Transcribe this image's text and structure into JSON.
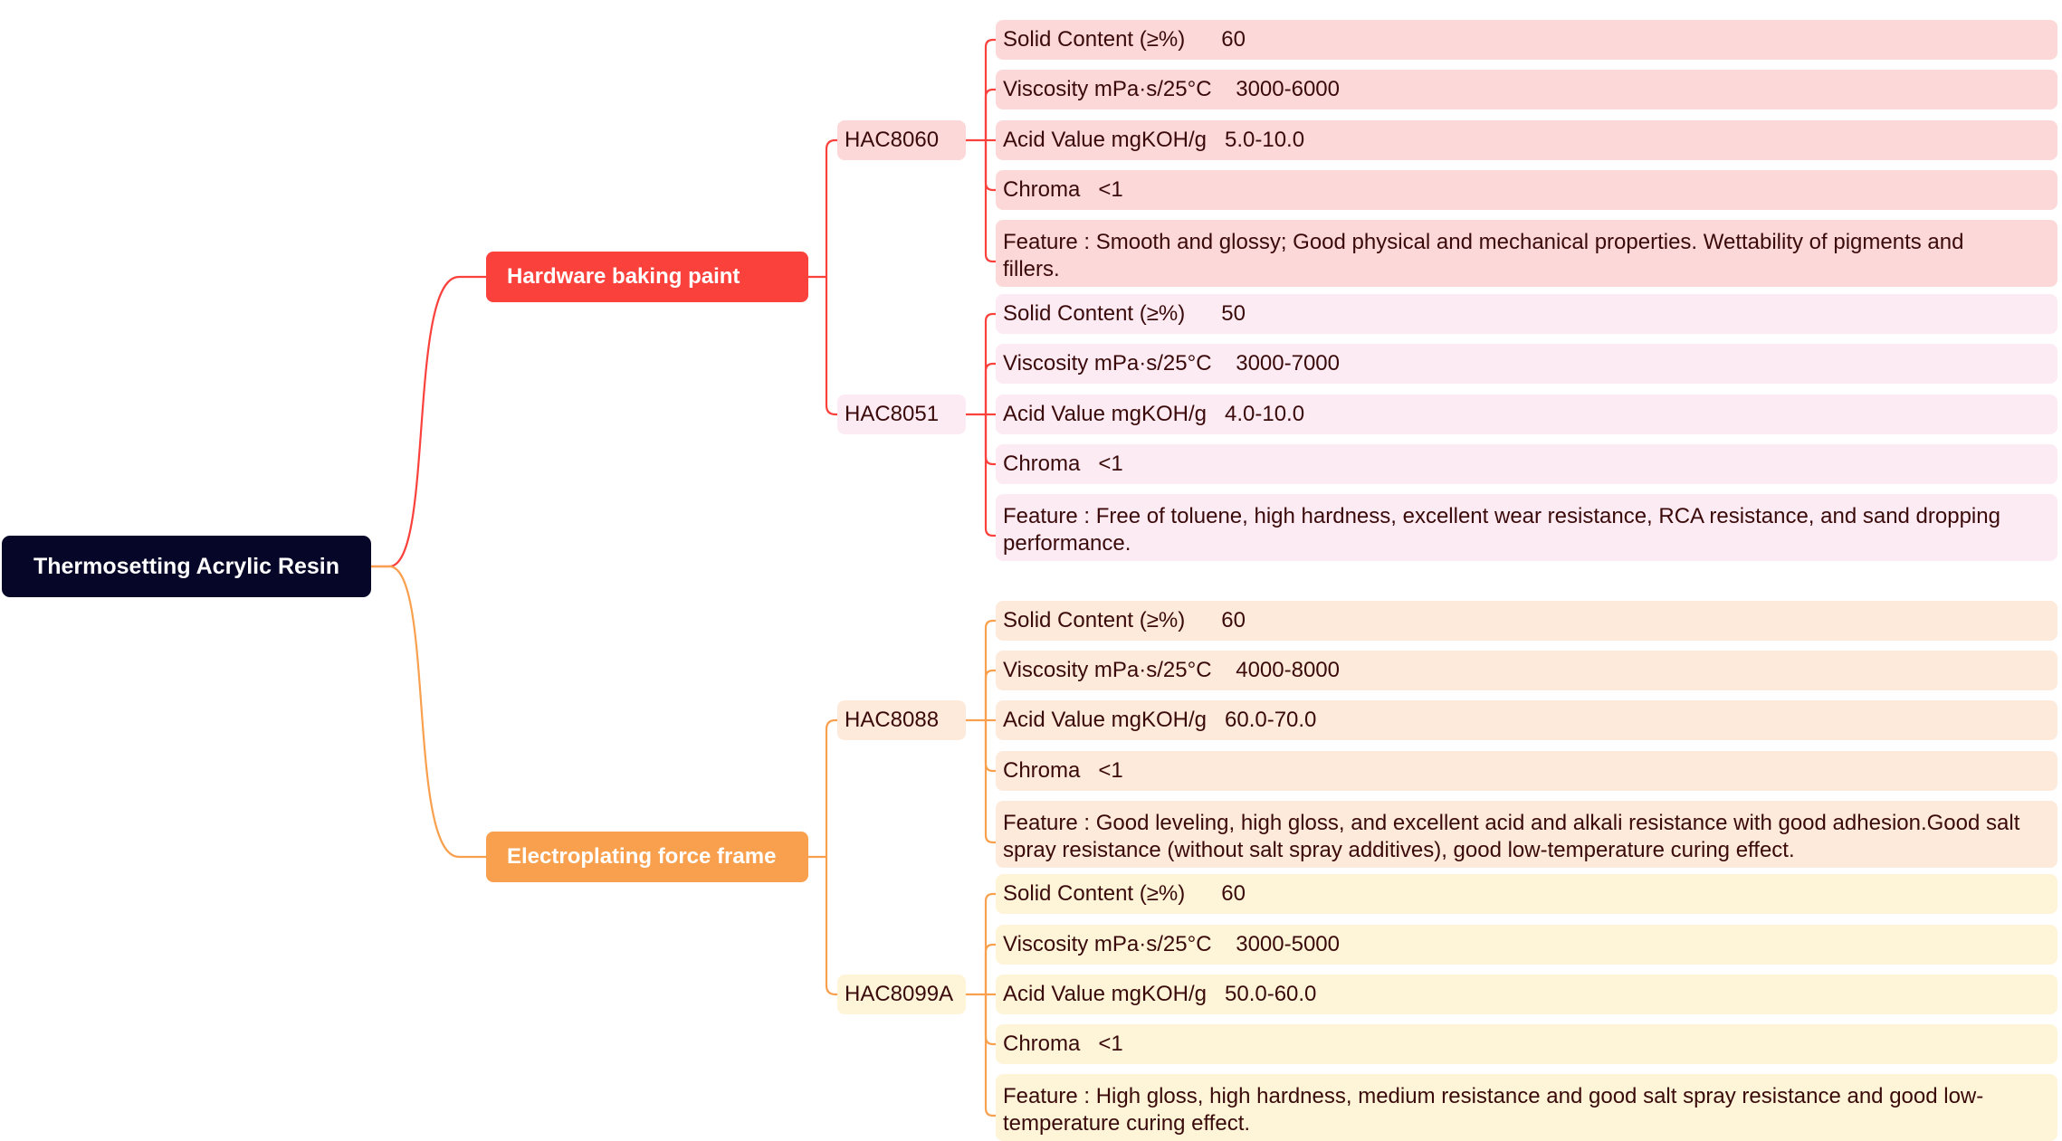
{
  "root": {
    "label": "Thermosetting Acrylic Resin"
  },
  "categories": [
    {
      "label": "Hardware baking paint",
      "color": "#fb413c",
      "products": [
        {
          "name": "HAC8060",
          "fill": "#fdd8d8",
          "properties": [
            "Solid Content (≥%)      60",
            "Viscosity mPa·s/25°C    3000-6000",
            "Acid Value mgKOH/g   5.0-10.0",
            "Chroma   <1",
            "Feature : Smooth and glossy; Good physical and mechanical properties. Wettability of pigments and fillers."
          ]
        },
        {
          "name": "HAC8051",
          "fill": "#fdebf4",
          "properties": [
            "Solid Content (≥%)      50",
            "Viscosity mPa·s/25°C    3000-7000",
            "Acid Value mgKOH/g   4.0-10.0",
            "Chroma   <1",
            "Feature : Free of toluene, high hardness, excellent wear resistance, RCA resistance, and sand dropping performance."
          ]
        }
      ]
    },
    {
      "label": "Electroplating force frame",
      "color": "#f8a04e",
      "products": [
        {
          "name": "HAC8088",
          "fill": "#fdeadb",
          "properties": [
            "Solid Content (≥%)      60",
            "Viscosity mPa·s/25°C    4000-8000",
            "Acid Value mgKOH/g   60.0-70.0",
            "Chroma   <1",
            "Feature : Good leveling, high gloss, and excellent acid and alkali resistance with good adhesion.Good salt spray resistance (without salt spray additives), good low-temperature curing effect."
          ]
        },
        {
          "name": "HAC8099A",
          "fill": "#fef5d9",
          "properties": [
            "Solid Content (≥%)      60",
            "Viscosity mPa·s/25°C    3000-5000",
            "Acid Value mgKOH/g   50.0-60.0",
            "Chroma   <1",
            "Feature : High gloss, high hardness, medium resistance and good salt spray resistance and good low-temperature curing effect."
          ]
        }
      ]
    }
  ]
}
